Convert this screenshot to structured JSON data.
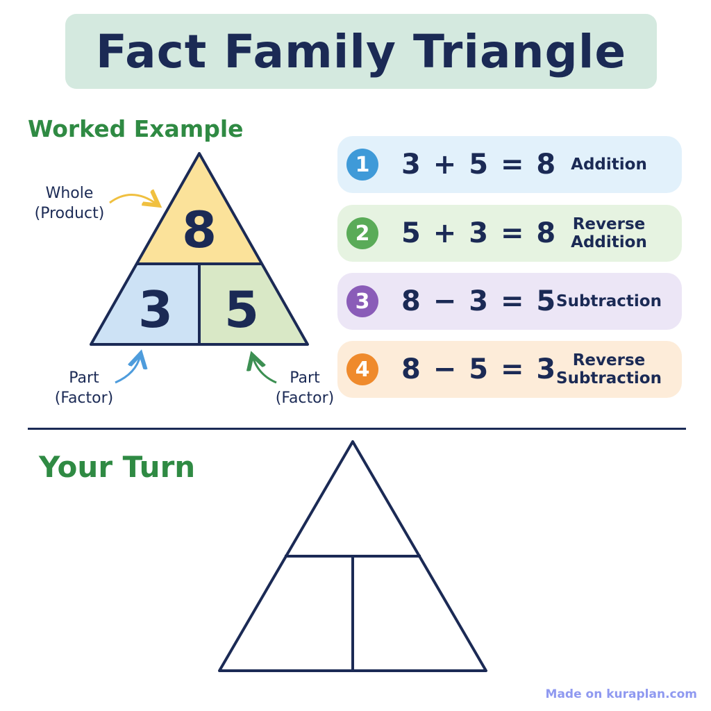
{
  "title": "Fact Family Triangle",
  "worked_example": {
    "heading": "Worked Example",
    "whole": "8",
    "part_left": "3",
    "part_right": "5",
    "whole_label_line1": "Whole",
    "whole_label_line2": "(Product)",
    "part_left_label_line1": "Part",
    "part_left_label_line2": "(Factor)",
    "part_right_label_line1": "Part",
    "part_right_label_line2": "(Factor)"
  },
  "facts": [
    {
      "number": "1",
      "equation": "3 + 5 = 8",
      "label": "Addition",
      "badge_color": "#3f9ad8",
      "bg_color": "#e2f1fb"
    },
    {
      "number": "2",
      "equation": "5 + 3 = 8",
      "label": "Reverse Addition",
      "badge_color": "#5aab58",
      "bg_color": "#e6f3e1"
    },
    {
      "number": "3",
      "equation": "8 − 3 = 5",
      "label": "Subtraction",
      "badge_color": "#8a5cb8",
      "bg_color": "#ece6f6"
    },
    {
      "number": "4",
      "equation": "8 − 5 = 3",
      "label": "Reverse Subtraction",
      "badge_color": "#ef8a2c",
      "bg_color": "#fdecd9"
    }
  ],
  "your_turn": {
    "heading": "Your Turn"
  },
  "colors": {
    "whole_fill": "#fbe29a",
    "left_fill": "#cde2f5",
    "right_fill": "#d9e8c6",
    "outline": "#1b2a55",
    "arrow_whole": "#f0c040",
    "arrow_left": "#4e9cdc",
    "arrow_right": "#3c8f52"
  },
  "watermark": "Made on kuraplan.com"
}
